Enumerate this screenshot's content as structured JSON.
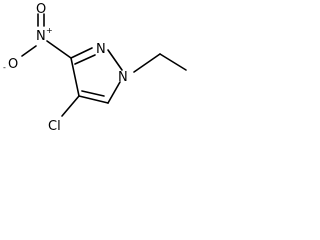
{
  "molecule": {
    "atoms": {
      "oxygen_top": "O",
      "oxygen_left": "O",
      "oxygen_left_charge": "-",
      "nitro_nitrogen": "N",
      "nitro_nitrogen_charge": "+",
      "ring_nitrogen_2": "N",
      "ring_nitrogen_1": "N",
      "chlorine": "Cl"
    },
    "colors": {
      "bond": "#000000",
      "label": "#000000",
      "background": "#ffffff"
    }
  }
}
